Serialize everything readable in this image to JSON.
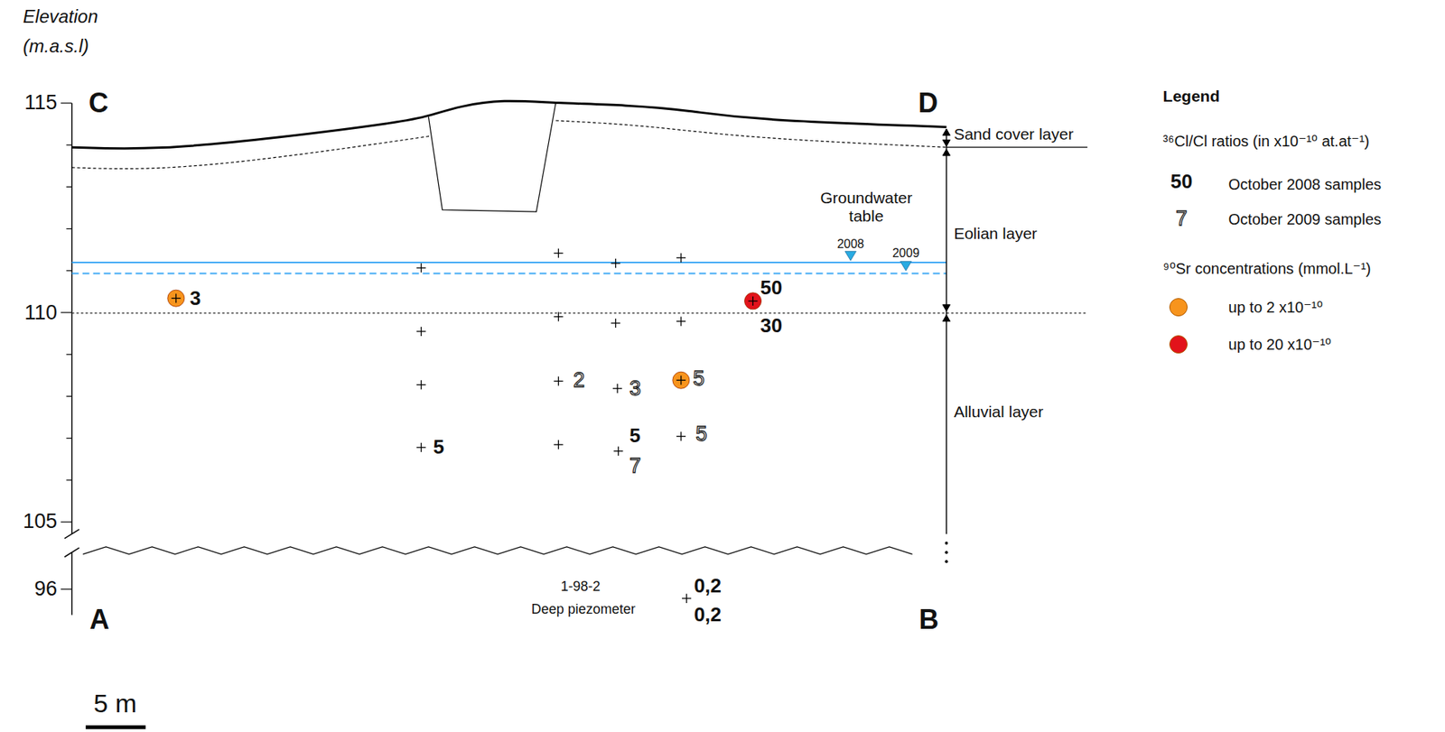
{
  "diagram": {
    "labels": [
      "Elevation",
      "(m.a.s.l)",
      "115",
      "110",
      "105",
      "96",
      "C",
      "D",
      "A",
      "B",
      "Sand cover layer",
      "Groundwater table",
      "2008",
      "2009",
      "Eolian layer",
      "Alluvial layer",
      "3",
      "50",
      "30",
      "2",
      "3",
      "5",
      "5",
      "5",
      "7",
      "5",
      "1-98-2",
      "Deep piezometer",
      "0,2",
      "0,2",
      "5 m",
      "Legend",
      "³⁶Cl/Cl ratios (in x10⁻¹⁰ at.at⁻¹)",
      "50",
      "7",
      "⁹⁰Sr concentrations (mmol.L⁻¹)"
    ],
    "legend": [
      {
        "text": "October 2008 samples"
      },
      {
        "text": "October 2009 samples"
      },
      {
        "text": "up to 2 x10⁻¹⁰",
        "color": "#f7941d"
      },
      {
        "text": "up to 20 x10⁻¹⁰",
        "color": "#e2131b"
      }
    ]
  }
}
